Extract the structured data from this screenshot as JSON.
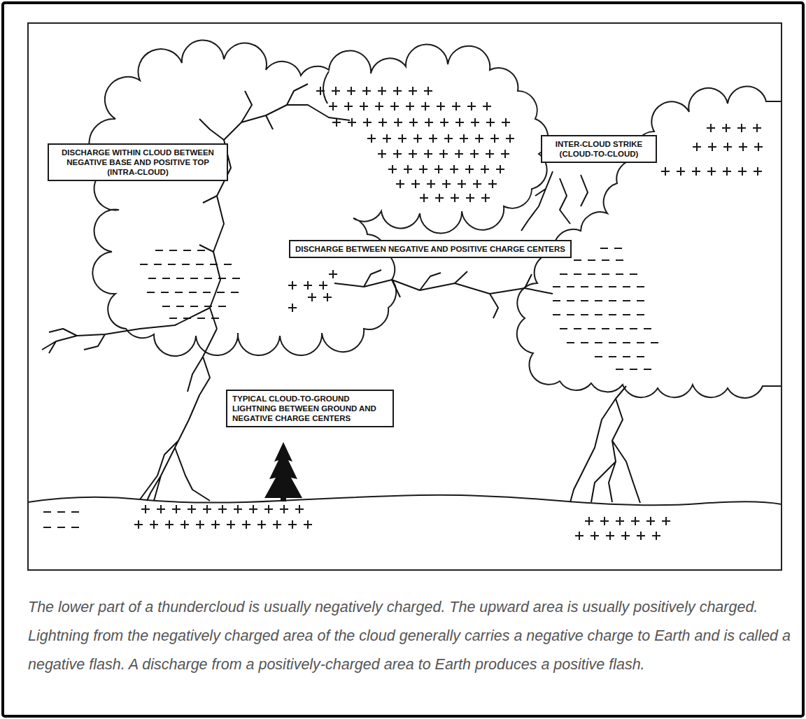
{
  "diagram": {
    "caption": "The lower part of a thundercloud is usually negatively charged. The upward area is usually positively charged. Lightning from the negatively charged area of the cloud generally carries a negative charge to Earth and is called a negative flash. A discharge from a positively-charged area to Earth produces a positive flash.",
    "nodes": [
      {
        "text": [
          "DISCHARGE WITHIN CLOUD BETWEEN NEGATIVE BASE AND POSITIVE TOP (INTRA-CLOUD)"
        ]
      },
      {
        "text": [
          "INTER-CLOUD STRIKE (CLOUD-TO-CLOUD)"
        ]
      },
      {
        "text": [
          "DISCHARGE BETWEEN NEGATIVE AND POSITIVE CHARGE CENTERS"
        ]
      },
      {
        "text": [
          "TYPICAL CLOUD-TO-GROUND LIGHTNING BETWEEN GROUND AND NEGATIVE CHARGE CENTERS"
        ]
      }
    ]
  }
}
